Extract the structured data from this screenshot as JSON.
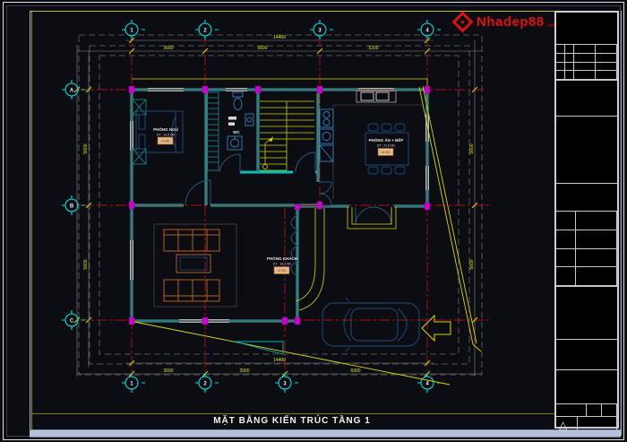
{
  "sheet": {
    "drawing_title": "MẶT BẰNG KIẾN TRÚC TẦNG 1"
  },
  "logo": {
    "brand": "Nhadep88",
    "suffix": ".net"
  },
  "grid": {
    "top": [
      "1",
      "2",
      "3",
      "4"
    ],
    "bottom": [
      "1",
      "2",
      "3",
      "4"
    ],
    "left": [
      "A",
      "B",
      "C"
    ]
  },
  "dims": {
    "top_total": "14400",
    "top_segments": [
      "3600",
      "5600",
      "5200"
    ],
    "bottom_total": "14400",
    "bottom_segments": [
      "3600",
      "3900",
      "6900"
    ],
    "left_segments": [
      "5600",
      "5600"
    ],
    "right_segments": [
      "5600",
      "5600"
    ]
  },
  "rooms": {
    "bedroom": {
      "name": "PHÒNG NGỦ",
      "area": "DT : 13.5 M2",
      "level": "+0.050"
    },
    "bathroom": {
      "name": "WC"
    },
    "dining": {
      "name": "PHÒNG ĂN + BẾP",
      "area": "DT : 21.6 M2",
      "level": "±0.000"
    },
    "living": {
      "name": "PHÒNG KHÁCH",
      "area": "DT : 18.2 M2",
      "level": "±0.000"
    }
  },
  "title_block": {
    "triangle_icon": "△"
  },
  "colors": {
    "wall": "#00c2c2",
    "grid_line": "#b01010",
    "dimension": "#e8e800",
    "column": "#e020e0",
    "logo": "#e01010",
    "sofa": "#b06020"
  }
}
